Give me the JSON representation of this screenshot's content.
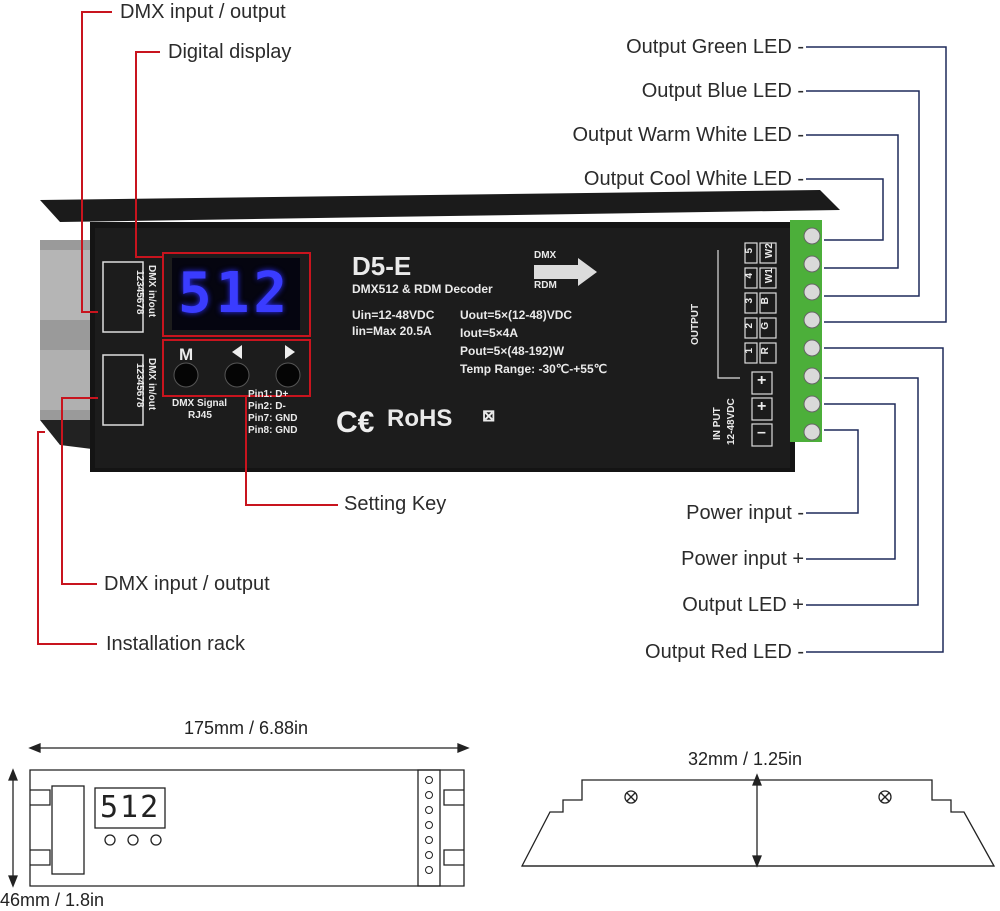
{
  "labels_left": {
    "dmx_top": "DMX input / output",
    "digital_display": "Digital display",
    "setting_key": "Setting Key",
    "dmx_bottom": "DMX input / output",
    "installation_rack": "Installation rack"
  },
  "labels_right": {
    "output_green": "Output Green LED -",
    "output_blue": "Output Blue LED -",
    "output_warm": "Output Warm White LED -",
    "output_cool": "Output Cool White LED -",
    "power_neg": "Power input -",
    "power_pos": "Power input +",
    "output_led_pos": "Output LED +",
    "output_red": "Output Red LED -"
  },
  "device": {
    "model": "D5-E",
    "subtitle": "DMX512 & RDM Decoder",
    "display_value": "512",
    "uin": "Uin=12-48VDC",
    "iin": "Iin=Max 20.5A",
    "uout": "Uout=5×(12-48)VDC",
    "iout": "Iout=5×4A",
    "pout": "Pout=5×(48-192)W",
    "temp": "Temp Range: -30℃-+55℃",
    "key_m": "M",
    "dmx_signal": "DMX Signal",
    "rj45": "RJ45",
    "pin1": "Pin1: D+",
    "pin2": "Pin2: D-",
    "pin7": "Pin7: GND",
    "pin8": "Pin8: GND",
    "ce": "CE",
    "rohs": "RoHS",
    "dmx_badge": "DMX",
    "rdm_badge": "RDM",
    "port_label": "DMX in/out",
    "port_pins": "12345678",
    "output_label": "OUTPUT",
    "input_label": "IN PUT",
    "input_voltage": "12-48VDC",
    "channels": [
      "W2",
      "W1",
      "B",
      "G",
      "R"
    ],
    "channel_nums": [
      "5",
      "4",
      "3",
      "2",
      "1"
    ],
    "plus": "+",
    "minus": "–"
  },
  "dimensions": {
    "length": "175mm / 6.88in",
    "height": "46mm / 1.8in",
    "depth": "32mm  / 1.25in",
    "small_display": "512"
  },
  "colors": {
    "callout_red": "#c8141e",
    "callout_blue": "#1e2a5a",
    "terminal_green": "#4caf3a"
  }
}
